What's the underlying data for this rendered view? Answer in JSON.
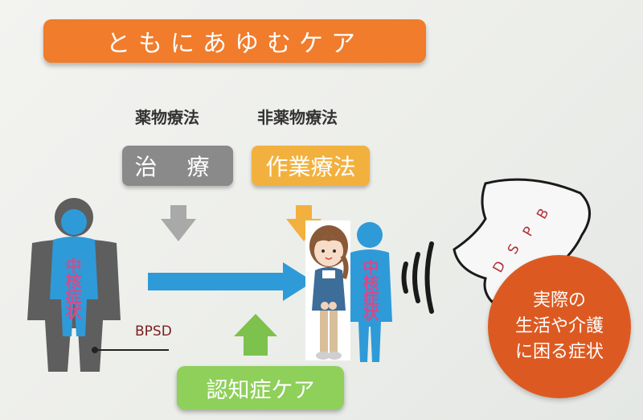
{
  "title": "ともにあゆむケア",
  "headings": {
    "drug": "薬物療法",
    "non_drug": "非薬物療法"
  },
  "boxes": {
    "treatment": "治 療",
    "occupational": "作業療法",
    "dementia_care": "認知症ケア"
  },
  "core_symptom": "中核症状",
  "bpsd_label": "BPSD",
  "bpsd_letters": [
    "B",
    "P",
    "S",
    "D"
  ],
  "circle_lines": [
    "実際の",
    "生活や介護",
    "に困る症状"
  ],
  "colors": {
    "orange": "#f07c2c",
    "gray": "#8a8a8a",
    "amber": "#f2b13e",
    "green": "#8ed05a",
    "blue": "#2f9ad8",
    "red_orange": "#dc5a22"
  }
}
